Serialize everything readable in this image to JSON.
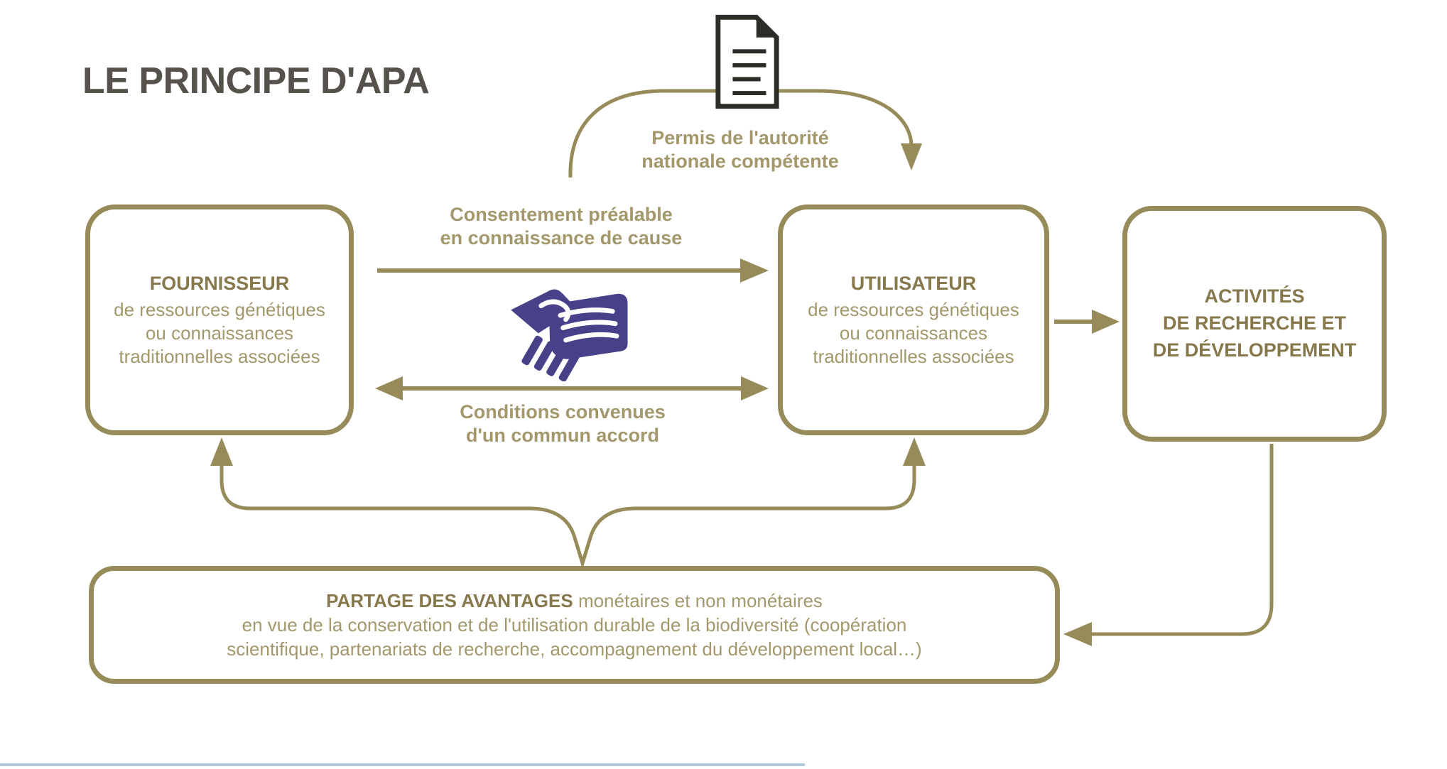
{
  "page": {
    "title": "LE PRINCIPE D'APA"
  },
  "colors": {
    "connector_olive": "#968b59",
    "label_tan": "#a3986b",
    "box_title_brown": "#87784c",
    "page_title_gray": "#55524b",
    "handshake_indigo": "#474189",
    "document_ink": "#2e2c27",
    "footer_rule_blue": "#afccdf"
  },
  "icons": {
    "document": "document-icon",
    "handshake": "handshake-icon"
  },
  "flow_labels": {
    "permit": "Permis de l'autorité\nnationale compétente",
    "consent": "Consentement préalable\nen connaissance de cause",
    "conditions": "Conditions convenues\nd'un commun accord"
  },
  "boxes": {
    "fournisseur": {
      "title": "FOURNISSEUR",
      "body": "de ressources génétiques\nou connaissances\ntraditionnelles associées"
    },
    "utilisateur": {
      "title": "UTILISATEUR",
      "body": "de ressources génétiques\nou connaissances\ntraditionnelles associées"
    },
    "activites": {
      "title": "ACTIVITÉS\nDE RECHERCHE ET\nDE DÉVELOPPEMENT"
    },
    "partage": {
      "title_bold": "PARTAGE DES AVANTAGES",
      "title_rest": " monétaires et non monétaires",
      "line2": "en vue de la conservation et de l'utilisation durable de la biodiversité (coopération",
      "line3": "scientifique, partenariats de recherche, accompagnement du développement local…)"
    }
  }
}
